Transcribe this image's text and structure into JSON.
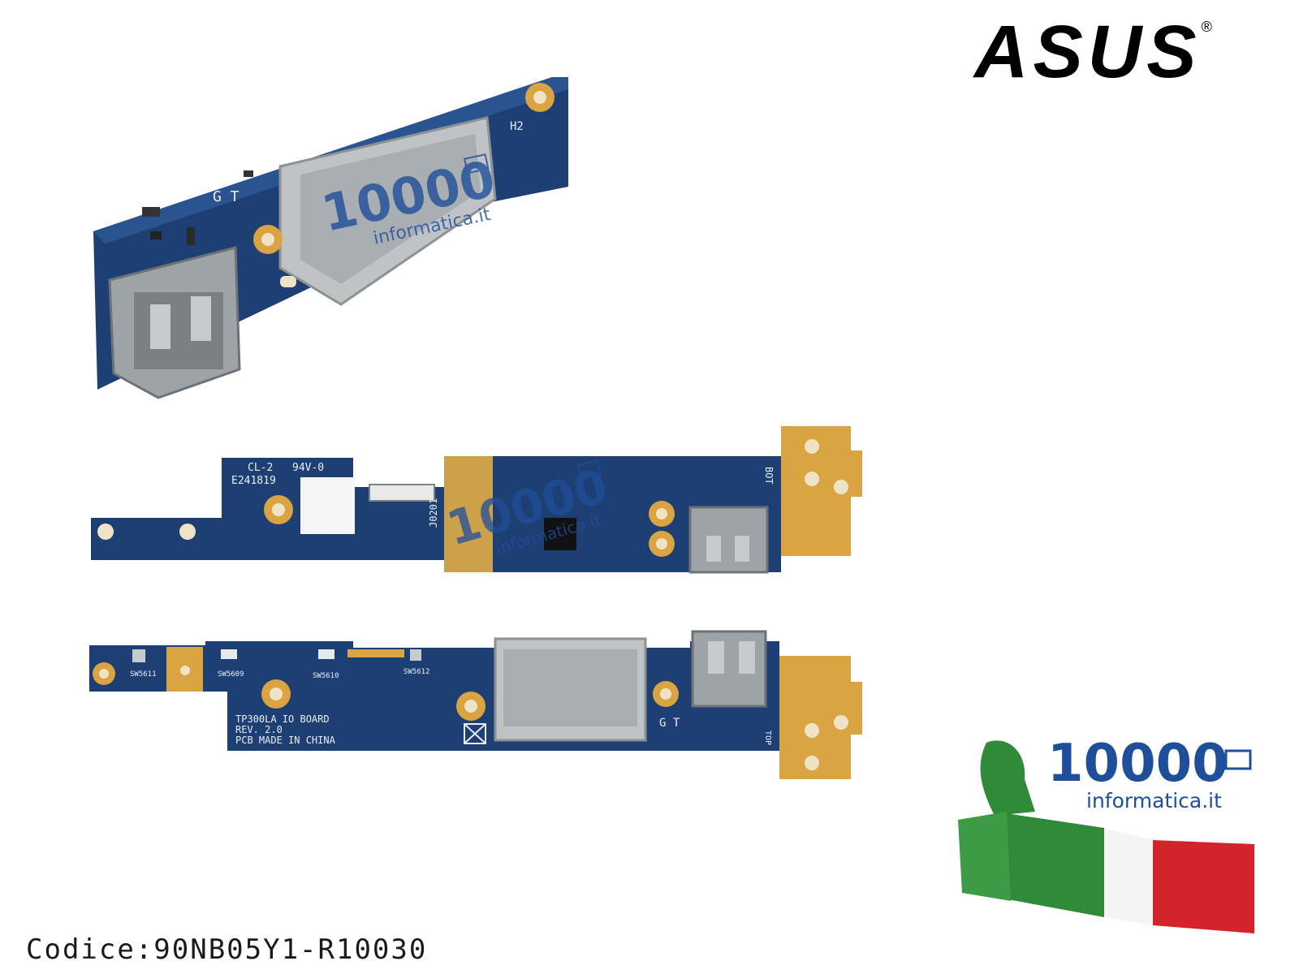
{
  "brand": {
    "name": "ASUS",
    "mark": "®"
  },
  "product": {
    "code_label": "Codice:90NB05Y1-R10030"
  },
  "watermark": {
    "number": "10000",
    "site": "informatica.it"
  },
  "board_top_labels": [
    "CL-2",
    "94V-0",
    "E241819",
    "J0201",
    "BOT"
  ],
  "board_bottom_labels": [
    "SW5611",
    "SW5609",
    "SW5610",
    "SW5612",
    "TP300LA IO BOARD",
    "REV. 2.0",
    "PCB MADE IN CHINA",
    "G T",
    "TOP"
  ],
  "board_angled_labels": [
    "G T",
    "H2"
  ],
  "colors": {
    "pcb": "#1d3f73",
    "pad": "#d9a441",
    "flag_green": "#2f8a3a",
    "flag_red": "#d3232b",
    "brand_blue": "#1f4f9a"
  }
}
